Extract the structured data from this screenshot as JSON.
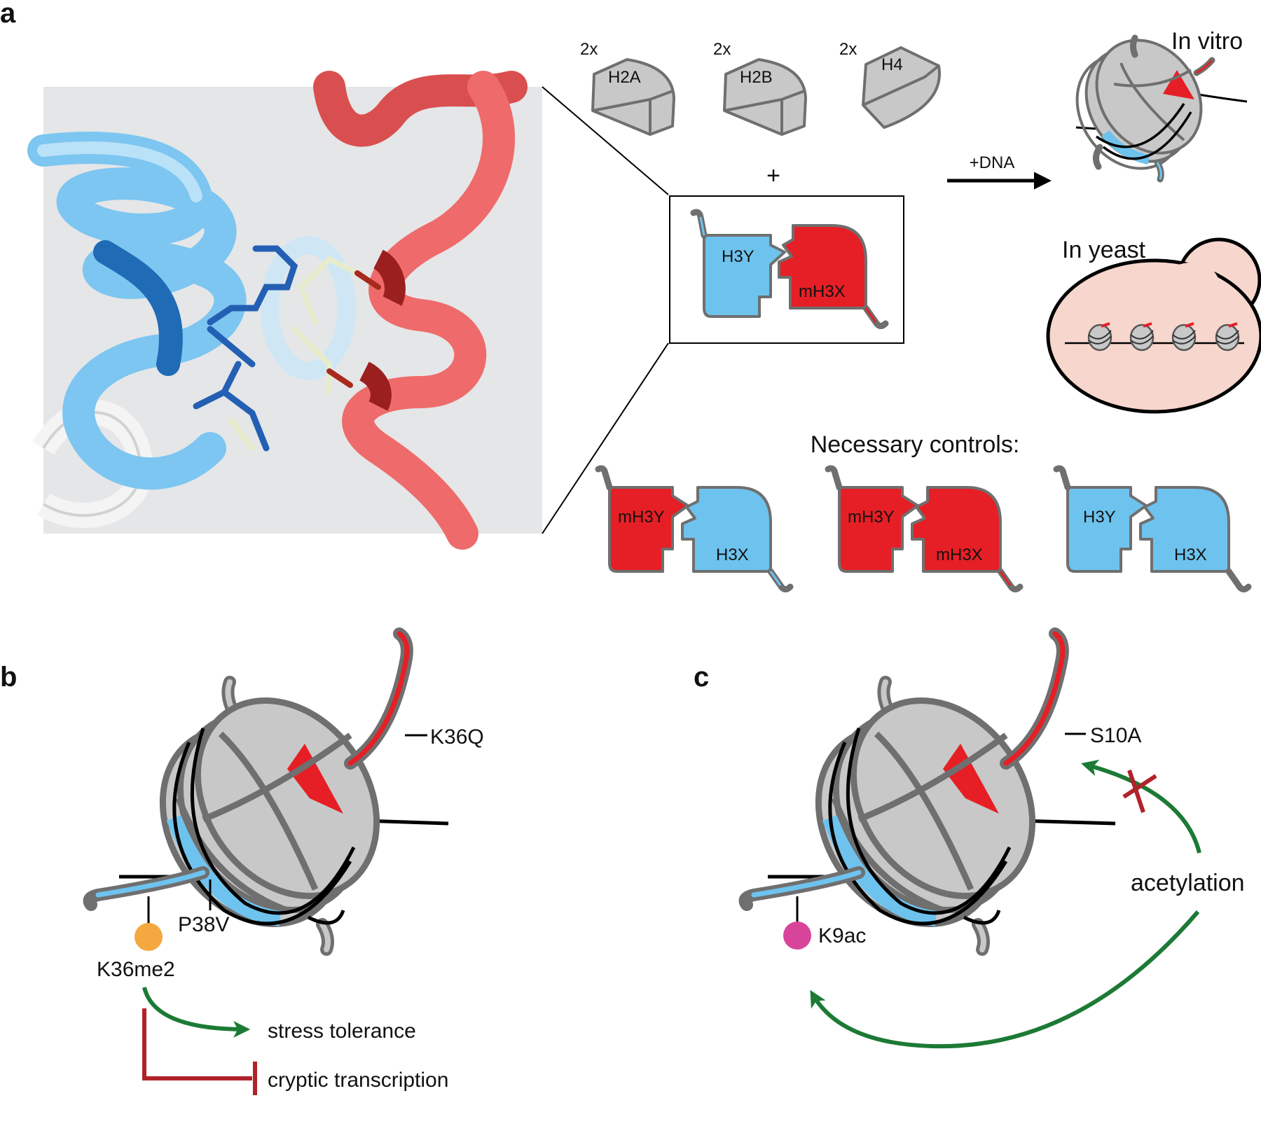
{
  "panels": {
    "a": "a",
    "b": "b",
    "c": "c"
  },
  "colors": {
    "blue": "#6ec3ee",
    "red": "#e51f25",
    "gray": "#c8c8c8",
    "outline": "#6f6f6f",
    "green": "#1c7a35",
    "darkred": "#b1222b",
    "orange": "#f4a83f",
    "magenta": "#d9449b",
    "yeast": "#f7d6cd"
  },
  "panel_a": {
    "histones": [
      {
        "count": "2x",
        "name": "H2A"
      },
      {
        "count": "2x",
        "name": "H2B"
      },
      {
        "count": "2x",
        "name": "H4"
      }
    ],
    "plus": "+",
    "pair": {
      "left": "H3Y",
      "right": "mH3X"
    },
    "arrow_label": "+DNA",
    "in_vitro": "In vitro",
    "in_yeast": "In yeast",
    "controls_title": "Necessary controls:",
    "controls": [
      {
        "left": "mH3Y",
        "right": "H3X"
      },
      {
        "left": "mH3Y",
        "right": "mH3X"
      },
      {
        "left": "H3Y",
        "right": "H3X"
      }
    ]
  },
  "panel_b": {
    "mutation_top": "K36Q",
    "mutation_bottom": "P38V",
    "mark": "K36me2",
    "promotes": "stress tolerance",
    "represses": "cryptic transcription"
  },
  "panel_c": {
    "mutation_top": "S10A",
    "process": "acetylation",
    "mark": "K9ac"
  }
}
